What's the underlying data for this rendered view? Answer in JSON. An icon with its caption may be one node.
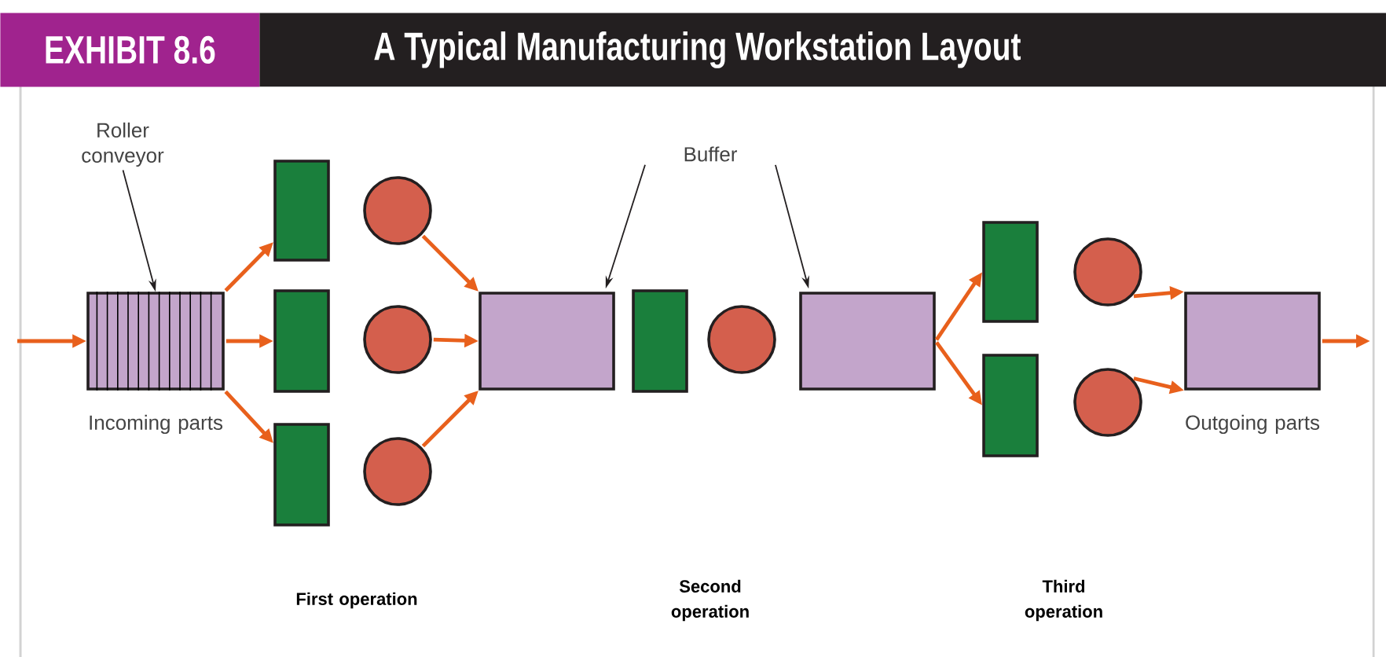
{
  "diagram": {
    "title": "A Typical Manufacturing Workstation Layout",
    "nodes": [
      {
        "text": [
          "Roller conveyor"
        ]
      },
      {
        "text": [],
        "shape": "conveyor",
        "beside": [
          "Incoming parts"
        ]
      },
      {
        "text": [],
        "shape": "bar"
      },
      {
        "text": [],
        "shape": "bar"
      },
      {
        "text": [],
        "shape": "bar"
      },
      {
        "text": [],
        "shape": "circle"
      },
      {
        "text": [],
        "shape": "circle"
      },
      {
        "text": [],
        "shape": "circle"
      },
      {
        "text": [
          "Buffer"
        ]
      },
      {
        "text": [],
        "shape": "box"
      },
      {
        "text": [],
        "shape": "bar"
      },
      {
        "text": [],
        "shape": "circle"
      },
      {
        "text": [],
        "shape": "box"
      },
      {
        "text": [],
        "shape": "bar"
      },
      {
        "text": [],
        "shape": "bar"
      },
      {
        "text": [],
        "shape": "circle"
      },
      {
        "text": [],
        "shape": "circle"
      },
      {
        "text": [],
        "shape": "box",
        "beside": [
          "Outgoing parts"
        ]
      }
    ],
    "edges": [
      {
        "from": null,
        "to": 1,
        "arrow": "to"
      },
      {
        "from": 1,
        "to": 2,
        "arrow": "to"
      },
      {
        "from": 1,
        "to": 3,
        "arrow": "to"
      },
      {
        "from": 1,
        "to": 4,
        "arrow": "to"
      },
      {
        "from": 5,
        "to": 9,
        "arrow": "to"
      },
      {
        "from": 6,
        "to": 9,
        "arrow": "to"
      },
      {
        "from": 7,
        "to": 9,
        "arrow": "to"
      },
      {
        "from": 12,
        "to": 13,
        "arrow": "to"
      },
      {
        "from": 12,
        "to": 14,
        "arrow": "to"
      },
      {
        "from": 15,
        "to": 17,
        "arrow": "to"
      },
      {
        "from": 16,
        "to": 17,
        "arrow": "to"
      },
      {
        "from": 17,
        "to": null,
        "arrow": "to"
      },
      {
        "from": 0,
        "to": 1,
        "arrow": "to",
        "color": "#231f20"
      },
      {
        "from": 8,
        "to": 9,
        "arrow": "to",
        "color": "#231f20"
      },
      {
        "from": 8,
        "to": 12,
        "arrow": "to",
        "color": "#231f20"
      }
    ],
    "labels": [
      "EXHIBIT 8.6",
      "First operation",
      "Second operation",
      "Third operation"
    ]
  }
}
